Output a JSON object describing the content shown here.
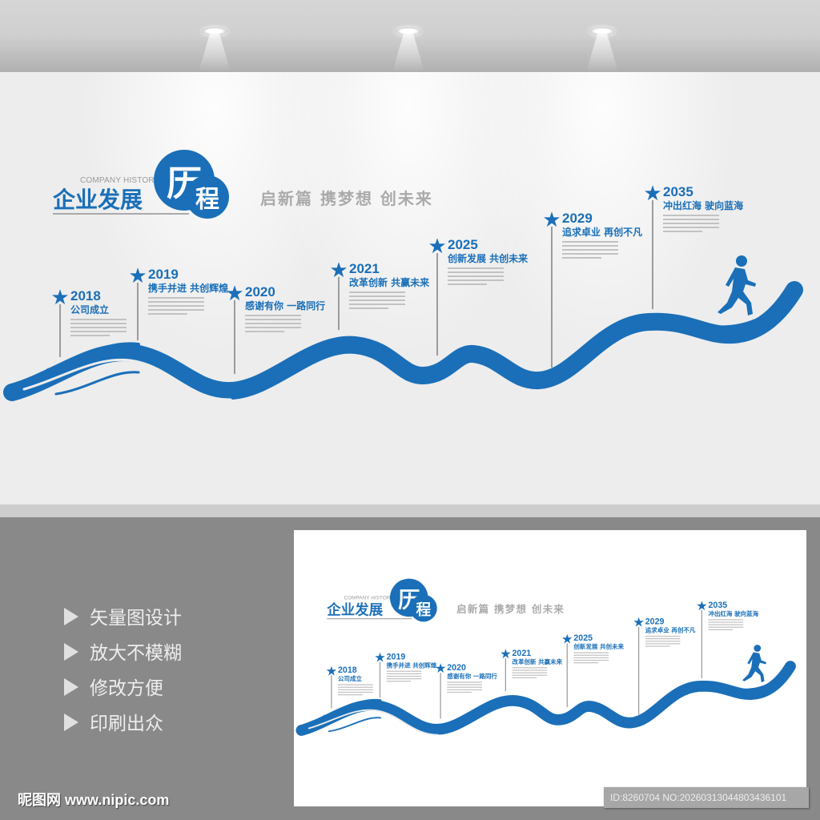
{
  "header": {
    "english_subtitle": "COMPANY HISTORY",
    "title": "企业发展",
    "title_circle_1": "历",
    "title_circle_2": "程",
    "slogan": "启新篇 携梦想 创未来"
  },
  "milestones": [
    {
      "year": "2018",
      "caption": "公司成立"
    },
    {
      "year": "2019",
      "caption": "携手并进 共创辉煌"
    },
    {
      "year": "2020",
      "caption": "感谢有你 一路同行"
    },
    {
      "year": "2021",
      "caption": "改革创新 共赢未来"
    },
    {
      "year": "2025",
      "caption": "创新发展 共创未来"
    },
    {
      "year": "2029",
      "caption": "追求卓业 再创不凡"
    },
    {
      "year": "2035",
      "caption": "冲出红海 驶向蓝海"
    }
  ],
  "features": [
    "矢量图设计",
    "放大不模糊",
    "修改方便",
    "印刷出众"
  ],
  "watermark": {
    "logo": "昵图网 www.nipic.com",
    "id_text": "ID:8260704 NO:20260313044803436101"
  },
  "colors": {
    "brand_blue": "#1a6fb8",
    "slogan_gray": "#aaaaaa",
    "backdrop_gray": "#898989"
  },
  "icons": {
    "milestone": "star-icon",
    "feature_bullet": "play-triangle-icon",
    "figure": "runner-silhouette-icon"
  }
}
